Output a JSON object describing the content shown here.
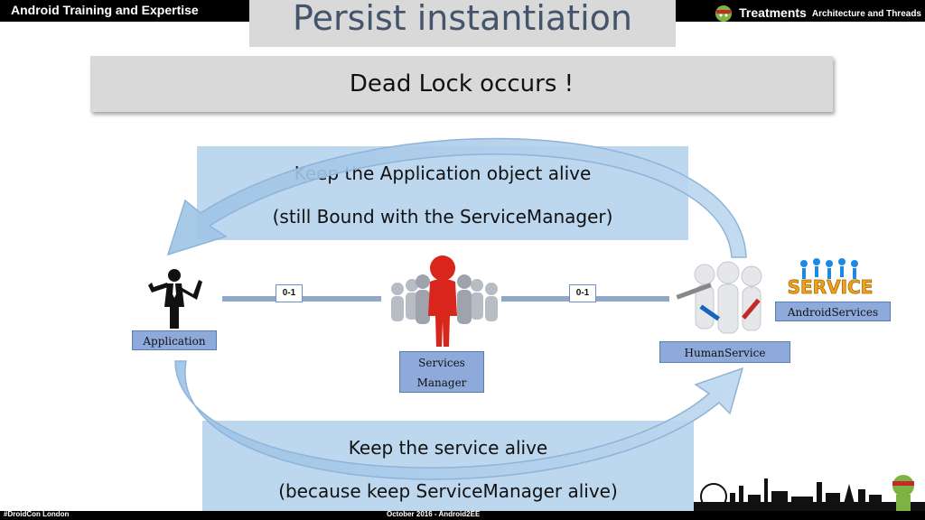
{
  "header": {
    "left_title": "Android Training and Expertise",
    "brand": "Treatments",
    "brand_sub": "Architecture and Threads"
  },
  "slide": {
    "title": "Persist instantiation",
    "headline": "Dead Lock occurs !"
  },
  "top_note": {
    "line1": "Keep the Application object alive",
    "line2": "(still Bound with the ServiceManager)"
  },
  "bottom_note": {
    "line1": "Keep the service alive",
    "line2": "(because keep ServiceManager alive)"
  },
  "nodes": {
    "application": "Application",
    "services_manager_line1": "Services",
    "services_manager_line2": "Manager",
    "human_service": "HumanService",
    "android_services": "AndroidServices"
  },
  "links": {
    "app_to_manager": "0-1",
    "manager_to_human": "0-1"
  },
  "service_graphic_text": "SERVICE",
  "footer": {
    "left": "#DroidCon London",
    "center": "October 2016 - Android2EE"
  },
  "colors": {
    "header_bg": "#000000",
    "title_text": "#44546a",
    "title_bg": "#d9d9d9",
    "note_bg": "#bdd7ee",
    "label_bg": "#8eaadb",
    "manager_figure": "#d9261c"
  }
}
